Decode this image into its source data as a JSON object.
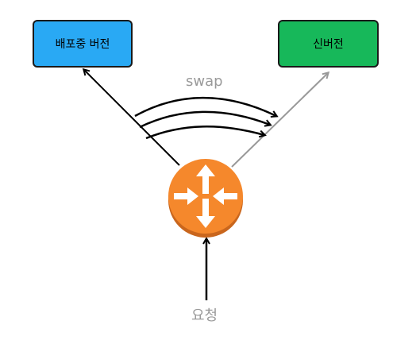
{
  "nodes": {
    "old_version": {
      "label": "배포중 버전",
      "color": "#29a9f4"
    },
    "new_version": {
      "label": "신버전",
      "color": "#17b85a"
    }
  },
  "labels": {
    "swap": "swap",
    "request": "요청"
  },
  "router": {
    "icon": "router-icon",
    "color": "#f5882c",
    "shadow_color": "#c9661d"
  },
  "colors": {
    "active_arrow": "#000000",
    "inactive_arrow": "#999999"
  }
}
